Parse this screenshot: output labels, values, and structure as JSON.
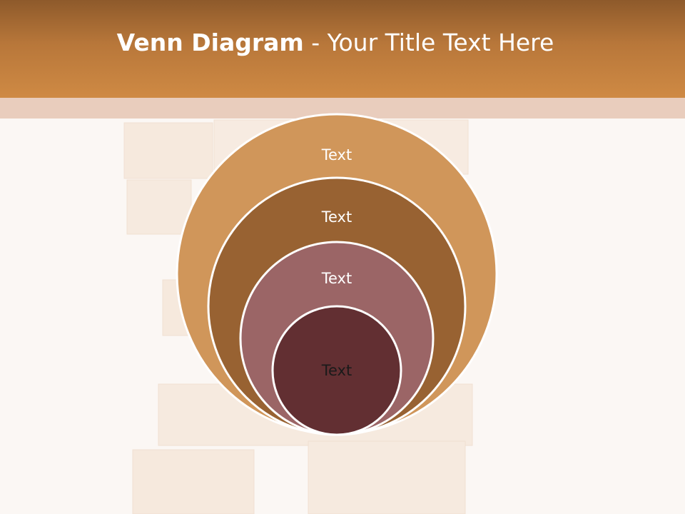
{
  "slide": {
    "title_bold": "Venn Diagram",
    "title_rest": " - Your Title Text Here"
  },
  "diagram": {
    "type": "nested-venn",
    "circles": [
      {
        "label": "Text",
        "fill": "#d0965a",
        "text_color": "#ffffff"
      },
      {
        "label": "Text",
        "fill": "#986232",
        "text_color": "#ffffff"
      },
      {
        "label": "Text",
        "fill": "#9b6566",
        "text_color": "#ffffff"
      },
      {
        "label": "Text",
        "fill": "#622f32",
        "text_color": "#1a1a1a"
      }
    ]
  },
  "colors": {
    "header": "#c3803f",
    "header_band": "#e9cdbd",
    "background": "#fbf7f4"
  }
}
